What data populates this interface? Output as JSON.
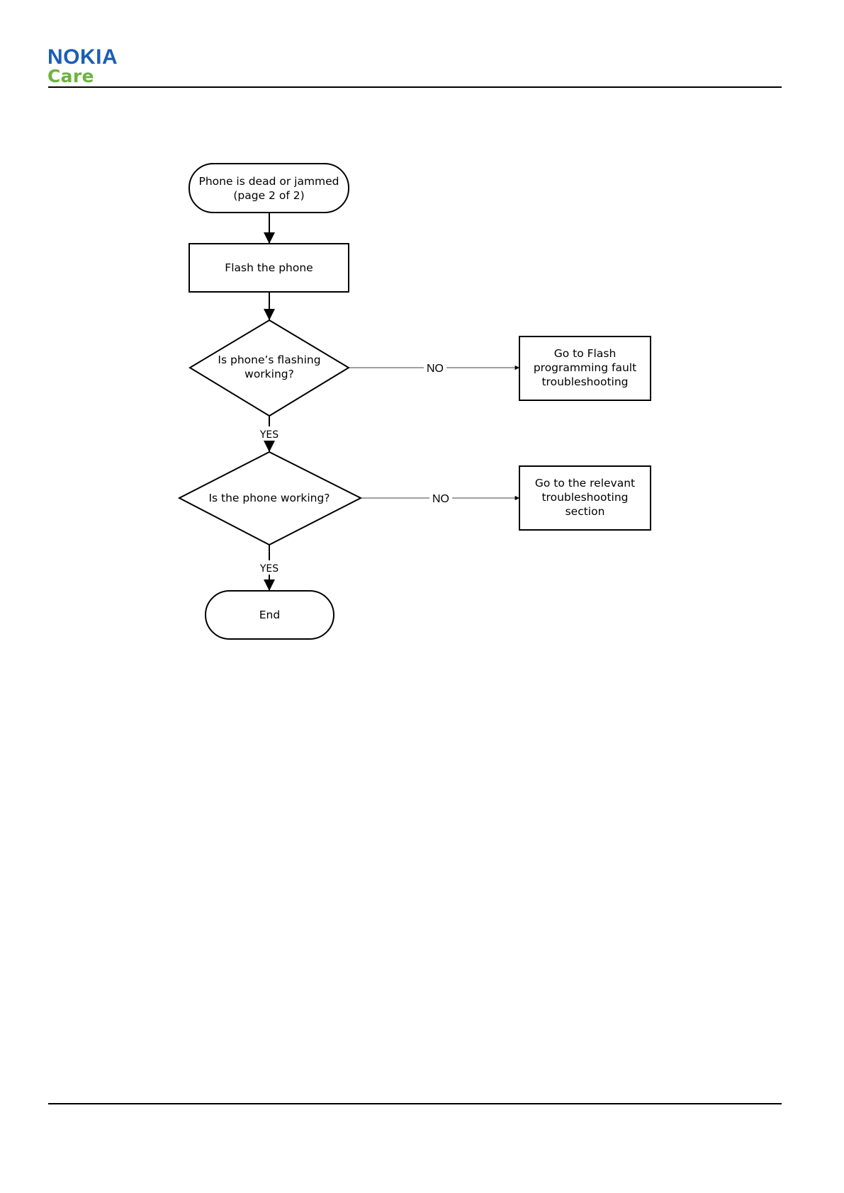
{
  "header": {
    "brand": "NOKIA",
    "sub_brand": "Care",
    "brand_color": "#1a5fb4",
    "sub_brand_color": "#6cb33f"
  },
  "flowchart": {
    "start": {
      "line1": "Phone is dead or jammed",
      "line2": "(page 2 of 2)"
    },
    "step_flash": "Flash the phone",
    "decision_flashing": {
      "line1": "Is phone’s flashing",
      "line2": "working?"
    },
    "flash_fault": {
      "line1": "Go to Flash",
      "line2": "programming fault",
      "line3": "troubleshooting"
    },
    "decision_phone": "Is the phone working?",
    "relevant_section": {
      "line1": "Go to the relevant",
      "line2": "troubleshooting",
      "line3": "section"
    },
    "end": "End",
    "no_label_1": "NO",
    "no_label_2": "NO",
    "yes_label_1": "YES",
    "yes_label_2": "YES"
  }
}
